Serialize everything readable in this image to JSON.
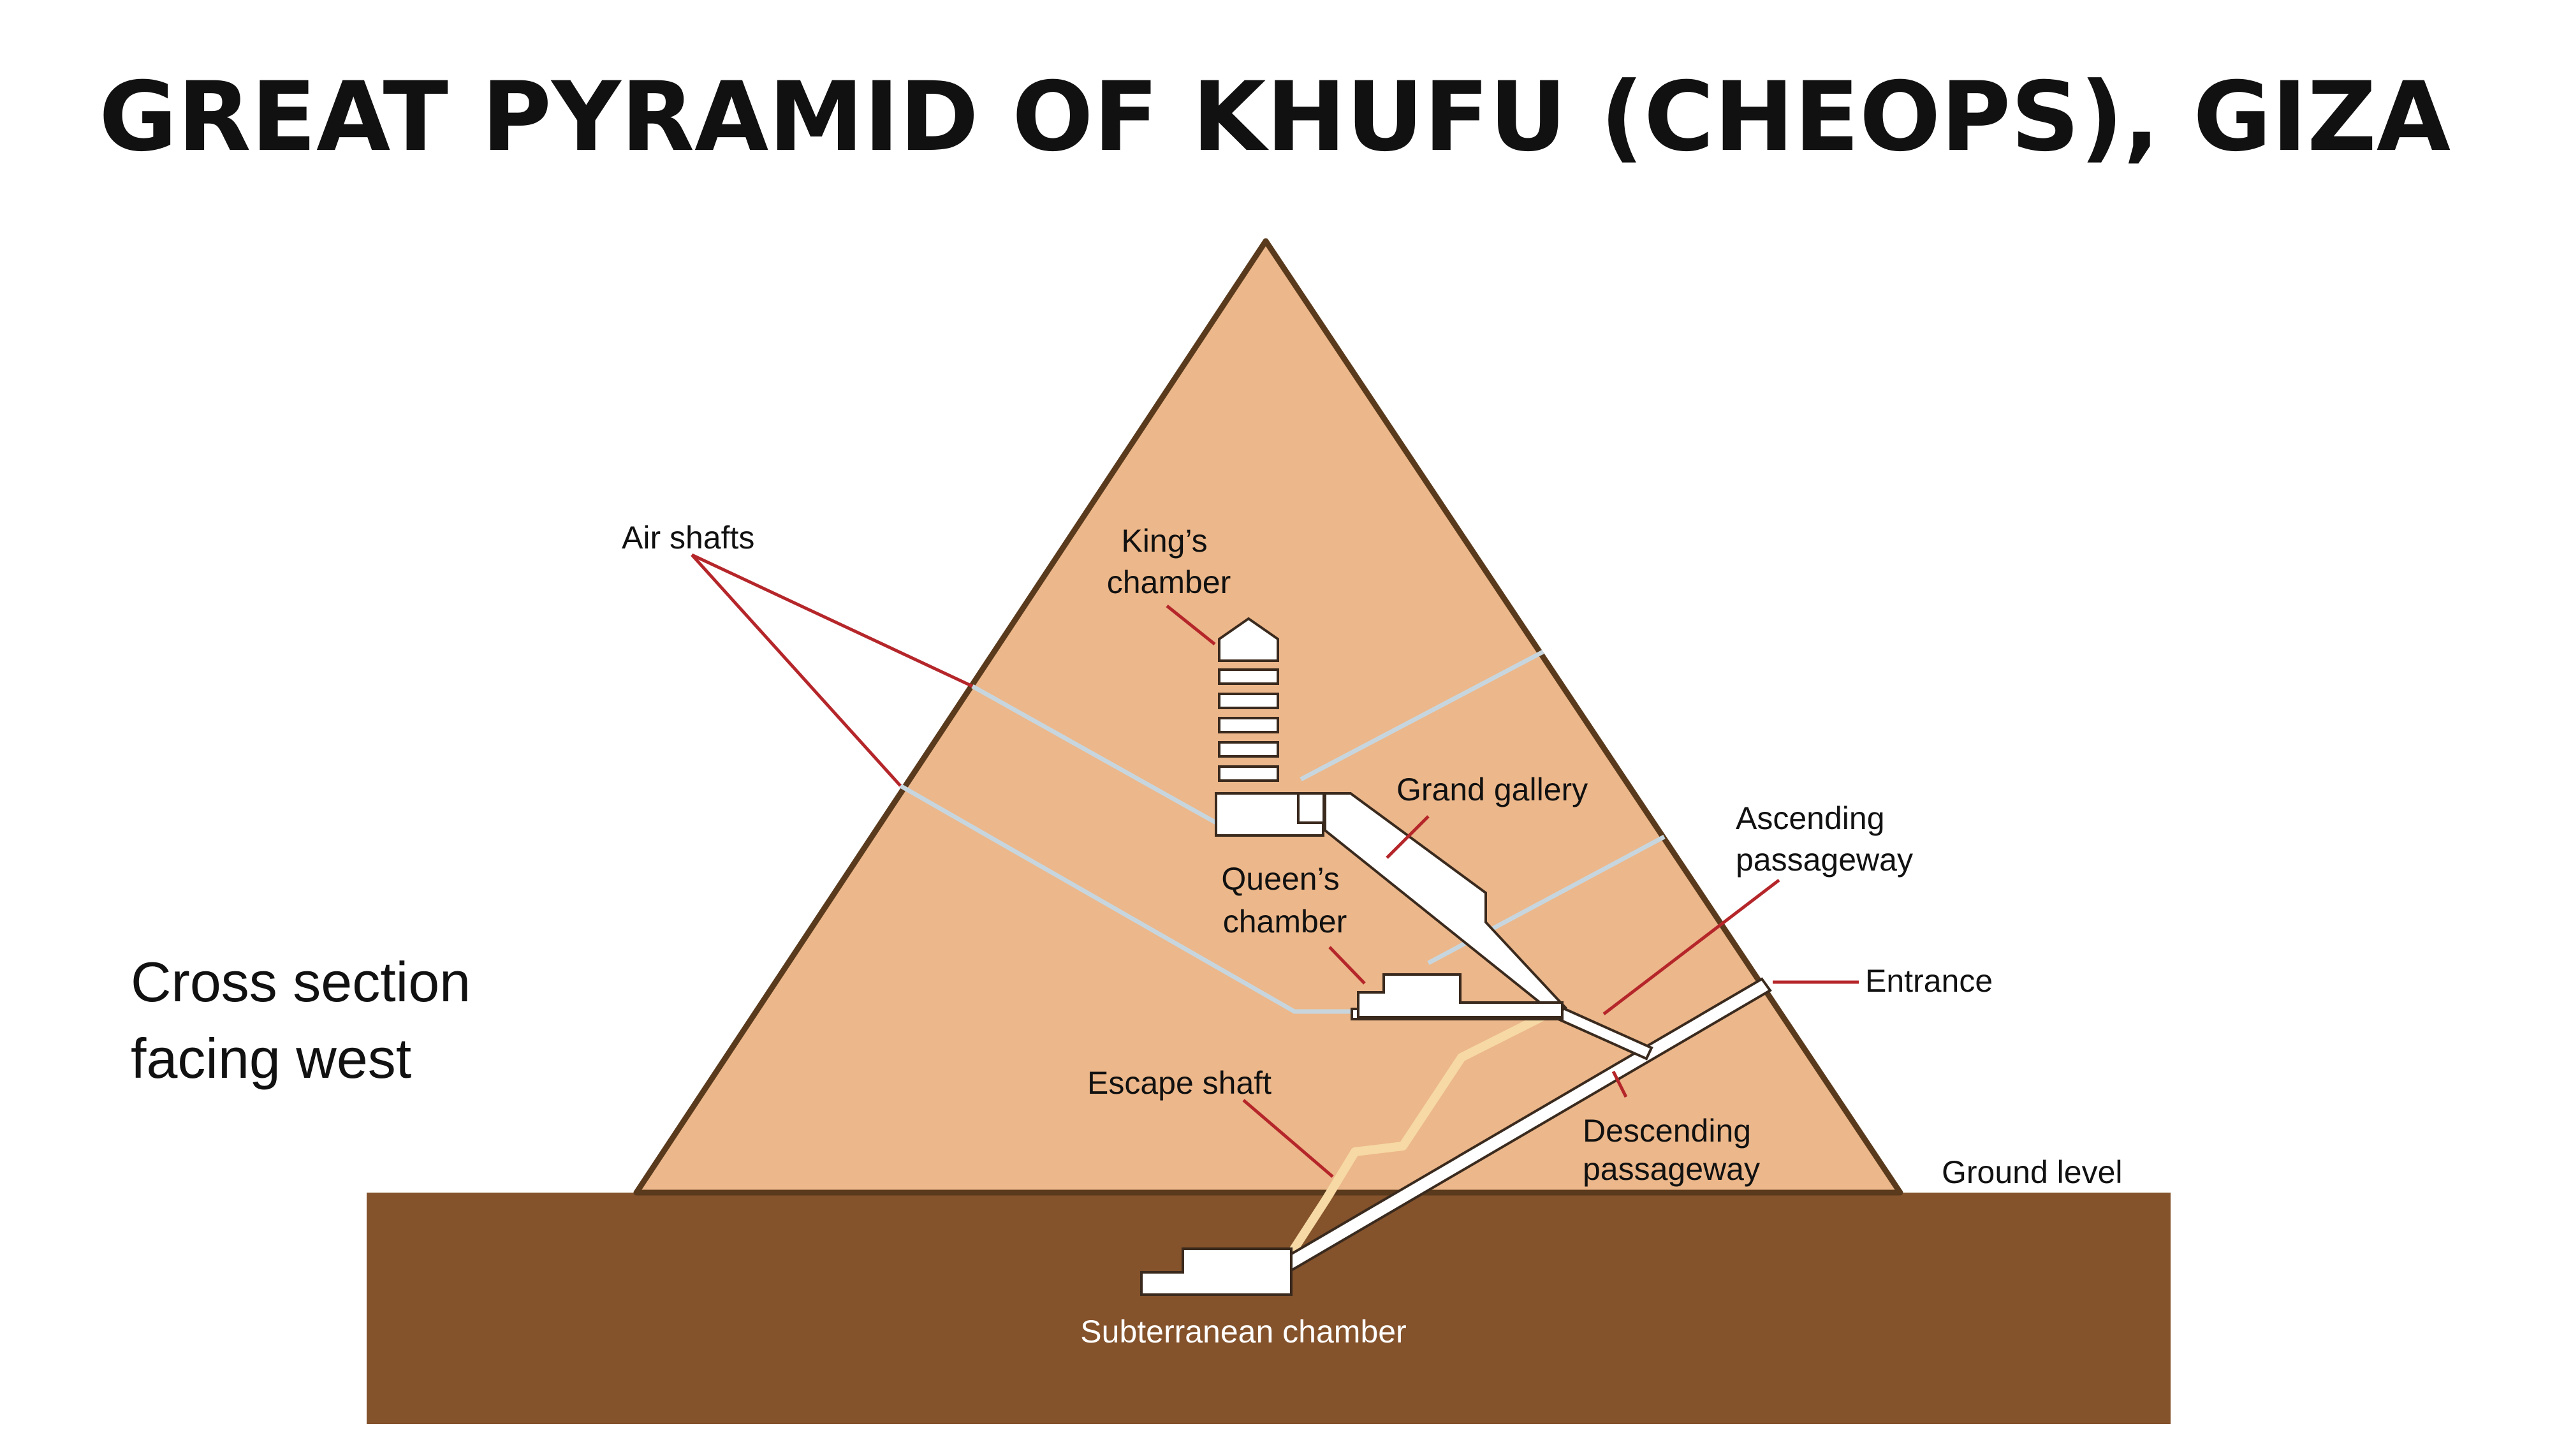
{
  "title": "GREAT PYRAMID OF KHUFU (CHEOPS), GIZA",
  "side_note": [
    "Cross section",
    "facing west"
  ],
  "labels": {
    "air_shafts": "Air shafts",
    "kings_chamber": [
      "King’s",
      "chamber"
    ],
    "grand_gallery": "Grand gallery",
    "ascending_passageway": [
      "Ascending",
      "passageway"
    ],
    "queens_chamber": [
      "Queen’s",
      "chamber"
    ],
    "entrance": "Entrance",
    "escape_shaft": "Escape shaft",
    "descending_passageway": [
      "Descending",
      "passageway"
    ],
    "ground_level": "Ground level",
    "subterranean_chamber": "Subterranean chamber"
  },
  "colors": {
    "pyramid_fill": "#ECB78A",
    "pyramid_outline": "#5A3A1C",
    "ground_fill": "#84522B",
    "air_shaft": "#C7D6DE",
    "escape_shaft": "#F6D9A4",
    "leader_line": "#B5262A",
    "passage": "#FFFFFF",
    "passage_outline": "#3A2A1E"
  }
}
